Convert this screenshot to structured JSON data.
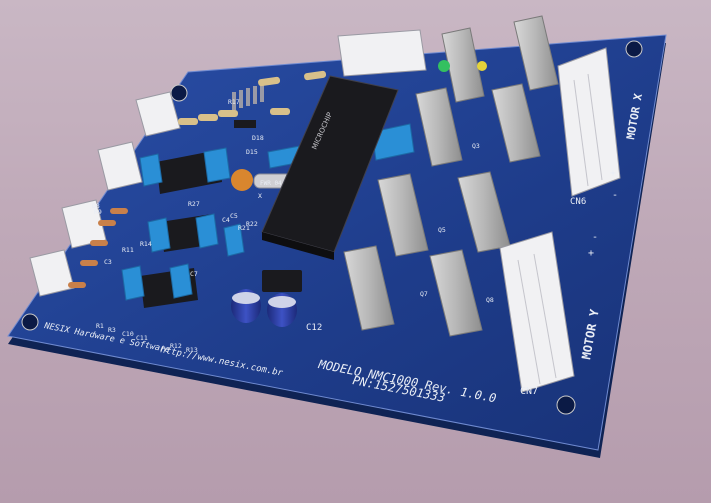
{
  "board": {
    "company": "NESIX Hardware e Software",
    "url": "http://www.nesix.com.br",
    "model": "MODELO NMC1000 Rev. 1.0.0",
    "part_number": "PN:1527501333",
    "connector_motor_x": "MOTOR X",
    "connector_motor_y": "MOTOR Y",
    "cn6": "CN6",
    "cn7": "CN7",
    "cap_c12": "C12",
    "plus": "+",
    "minus": "-",
    "crystal": "FWR 04 55",
    "mcu_brand": "MICROCHIP",
    "refs": [
      "R1",
      "R3",
      "C10",
      "C11",
      "R12",
      "R13",
      "C4",
      "C5",
      "R21",
      "R22",
      "D15",
      "D18",
      "R9",
      "C3",
      "R11",
      "R14",
      "C7",
      "R27",
      "R17",
      "Q3",
      "Q5",
      "Q7",
      "Q8",
      "D8",
      "X"
    ]
  },
  "colors": {
    "pcb": "#1e3c8a",
    "pcb_edge": "#0f2354",
    "background": "#c3adbd",
    "silkscreen": "#e9edf5",
    "ic_body": "#1a1a1e",
    "connector": "#f1f1f3",
    "capacitor_blue": "#2a8fd6",
    "electrolytic": "#3040a8"
  }
}
